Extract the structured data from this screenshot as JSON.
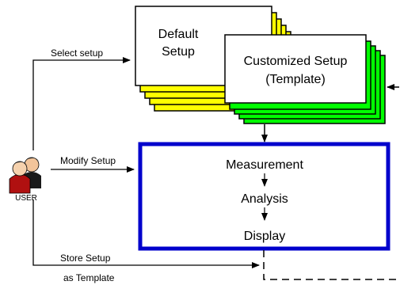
{
  "user": {
    "label": "USER",
    "icon": "users-icon"
  },
  "setups": {
    "default": {
      "line1": "Default",
      "line2": "Setup",
      "color": "#ffff00"
    },
    "customized": {
      "line1": "Customized Setup",
      "line2": "(Template)",
      "color": "#00ff00"
    }
  },
  "process": {
    "border_color": "#0000cc",
    "steps": [
      "Measurement",
      "Analysis",
      "Display"
    ]
  },
  "edges": {
    "select": "Select setup",
    "modify": "Modify Setup",
    "store_line1": "Store Setup",
    "store_line2": "as Template"
  }
}
